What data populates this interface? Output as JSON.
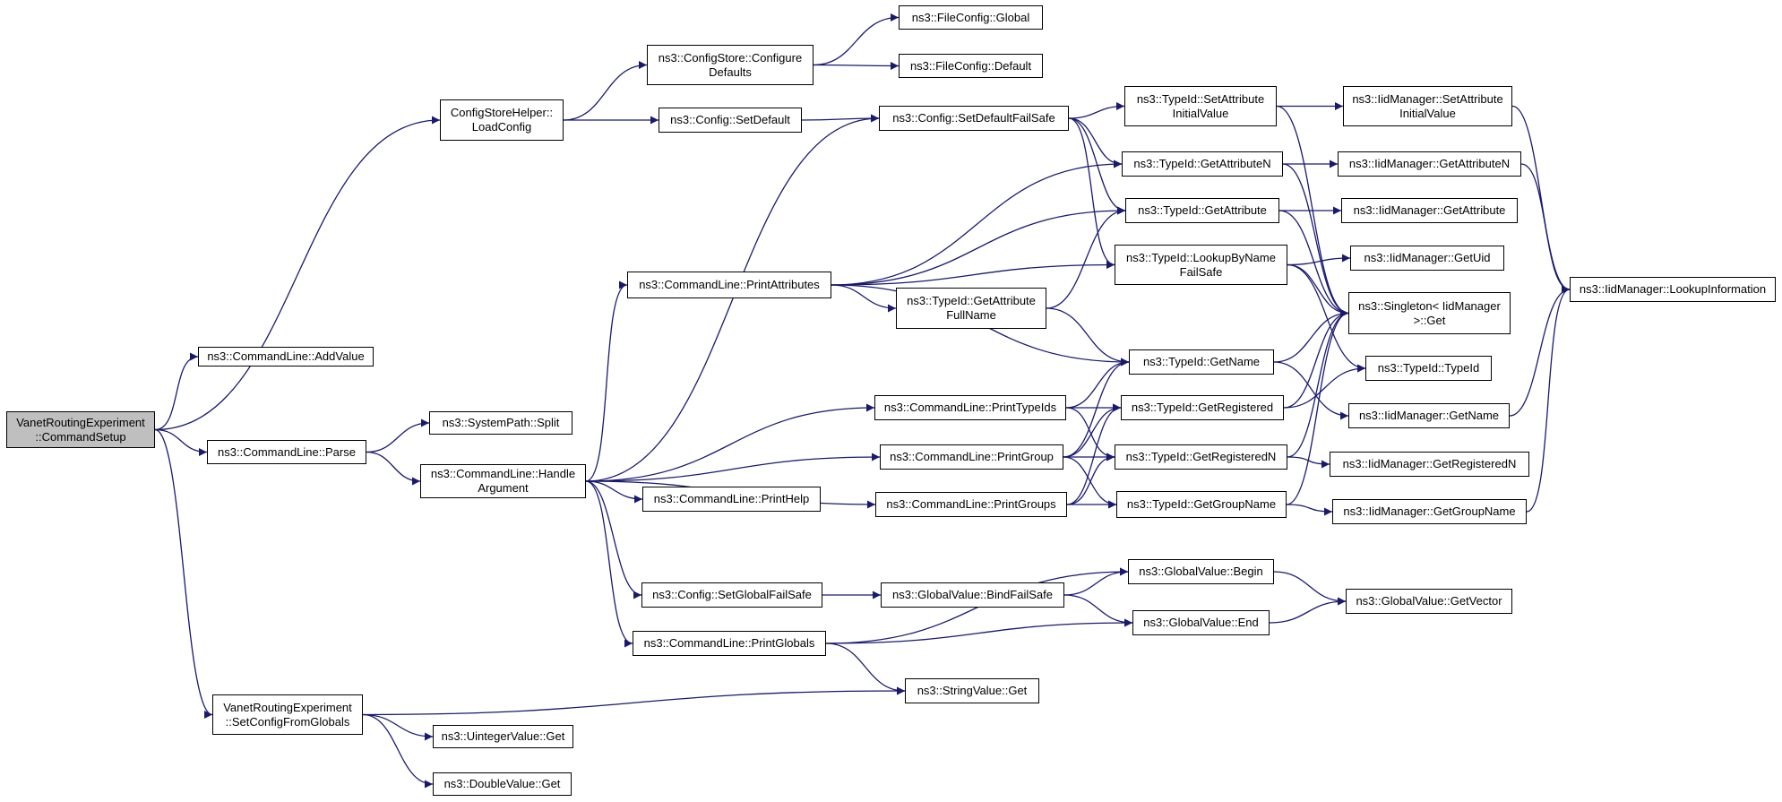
{
  "colors": {
    "edge": "#191970",
    "root_fill": "#bfbfbf",
    "node_fill": "#ffffff",
    "border": "#000000"
  },
  "nodes": {
    "root": {
      "line1": "VanetRoutingExperiment",
      "line2": "::CommandSetup"
    },
    "cmd_addvalue": {
      "line1": "ns3::CommandLine::AddValue"
    },
    "cmd_parse": {
      "line1": "ns3::CommandLine::Parse"
    },
    "csh_loadconfig": {
      "line1": "ConfigStoreHelper::",
      "line2": "LoadConfig"
    },
    "vre_setconfig": {
      "line1": "VanetRoutingExperiment",
      "line2": "::SetConfigFromGlobals"
    },
    "cs_configure": {
      "line1": "ns3::ConfigStore::Configure",
      "line2": "Defaults"
    },
    "config_setdefault": {
      "line1": "ns3::Config::SetDefault"
    },
    "fc_global": {
      "line1": "ns3::FileConfig::Global"
    },
    "fc_default": {
      "line1": "ns3::FileConfig::Default"
    },
    "config_setdefaultfs": {
      "line1": "ns3::Config::SetDefaultFailSafe"
    },
    "sp_split": {
      "line1": "ns3::SystemPath::Split"
    },
    "cmd_handle": {
      "line1": "ns3::CommandLine::Handle",
      "line2": "Argument"
    },
    "cmd_printattr": {
      "line1": "ns3::CommandLine::PrintAttributes"
    },
    "cmd_printtypeids": {
      "line1": "ns3::CommandLine::PrintTypeIds"
    },
    "cmd_printgroup": {
      "line1": "ns3::CommandLine::PrintGroup"
    },
    "cmd_printhelp": {
      "line1": "ns3::CommandLine::PrintHelp"
    },
    "cmd_printgroups": {
      "line1": "ns3::CommandLine::PrintGroups"
    },
    "config_setglobalfs": {
      "line1": "ns3::Config::SetGlobalFailSafe"
    },
    "cmd_printglobals": {
      "line1": "ns3::CommandLine::PrintGlobals"
    },
    "tid_setattrinit": {
      "line1": "ns3::TypeId::SetAttribute",
      "line2": "InitialValue"
    },
    "tid_getattrn": {
      "line1": "ns3::TypeId::GetAttributeN"
    },
    "tid_getattr": {
      "line1": "ns3::TypeId::GetAttribute"
    },
    "tid_lookupbyname": {
      "line1": "ns3::TypeId::LookupByName",
      "line2": "FailSafe"
    },
    "tid_getattrfullname": {
      "line1": "ns3::TypeId::GetAttribute",
      "line2": "FullName"
    },
    "tid_getname": {
      "line1": "ns3::TypeId::GetName"
    },
    "tid_getregistered": {
      "line1": "ns3::TypeId::GetRegistered"
    },
    "tid_getregisteredn": {
      "line1": "ns3::TypeId::GetRegisteredN"
    },
    "tid_getgroupname": {
      "line1": "ns3::TypeId::GetGroupName"
    },
    "tid_typeid": {
      "line1": "ns3::TypeId::TypeId"
    },
    "gv_begin": {
      "line1": "ns3::GlobalValue::Begin"
    },
    "gv_bindfs": {
      "line1": "ns3::GlobalValue::BindFailSafe"
    },
    "gv_end": {
      "line1": "ns3::GlobalValue::End"
    },
    "gv_getvector": {
      "line1": "ns3::GlobalValue::GetVector"
    },
    "sv_get": {
      "line1": "ns3::StringValue::Get"
    },
    "uv_get": {
      "line1": "ns3::UintegerValue::Get"
    },
    "dv_get": {
      "line1": "ns3::DoubleValue::Get"
    },
    "iid_setattrinit": {
      "line1": "ns3::IidManager::SetAttribute",
      "line2": "InitialValue"
    },
    "iid_getattrn": {
      "line1": "ns3::IidManager::GetAttributeN"
    },
    "iid_getattr": {
      "line1": "ns3::IidManager::GetAttribute"
    },
    "iid_getuid": {
      "line1": "ns3::IidManager::GetUid"
    },
    "singleton_get": {
      "line1": "ns3::Singleton< IidManager",
      "line2": " >::Get"
    },
    "iid_getname": {
      "line1": "ns3::IidManager::GetName"
    },
    "iid_getregisteredn": {
      "line1": "ns3::IidManager::GetRegisteredN"
    },
    "iid_getgroupname": {
      "line1": "ns3::IidManager::GetGroupName"
    },
    "iid_lookupinfo": {
      "line1": "ns3::IidManager::LookupInformation"
    }
  },
  "edges": [
    [
      "root",
      "cmd_addvalue"
    ],
    [
      "root",
      "cmd_parse"
    ],
    [
      "root",
      "csh_loadconfig"
    ],
    [
      "root",
      "vre_setconfig"
    ],
    [
      "csh_loadconfig",
      "cs_configure"
    ],
    [
      "csh_loadconfig",
      "config_setdefault"
    ],
    [
      "cs_configure",
      "fc_global"
    ],
    [
      "cs_configure",
      "fc_default"
    ],
    [
      "config_setdefault",
      "config_setdefaultfs"
    ],
    [
      "cmd_parse",
      "sp_split"
    ],
    [
      "cmd_parse",
      "cmd_handle"
    ],
    [
      "cmd_handle",
      "config_setdefaultfs"
    ],
    [
      "cmd_handle",
      "cmd_printattr"
    ],
    [
      "cmd_handle",
      "cmd_printtypeids"
    ],
    [
      "cmd_handle",
      "cmd_printgroup"
    ],
    [
      "cmd_handle",
      "cmd_printhelp"
    ],
    [
      "cmd_handle",
      "cmd_printgroups"
    ],
    [
      "cmd_handle",
      "config_setglobalfs"
    ],
    [
      "cmd_handle",
      "cmd_printglobals"
    ],
    [
      "config_setdefaultfs",
      "tid_setattrinit"
    ],
    [
      "config_setdefaultfs",
      "tid_getattrn"
    ],
    [
      "config_setdefaultfs",
      "tid_getattr"
    ],
    [
      "config_setdefaultfs",
      "tid_lookupbyname"
    ],
    [
      "cmd_printattr",
      "tid_getattrn"
    ],
    [
      "cmd_printattr",
      "tid_getattr"
    ],
    [
      "cmd_printattr",
      "tid_lookupbyname"
    ],
    [
      "cmd_printattr",
      "tid_getattrfullname"
    ],
    [
      "cmd_printattr",
      "tid_getname"
    ],
    [
      "tid_getattrfullname",
      "tid_getattr"
    ],
    [
      "tid_getattrfullname",
      "tid_getname"
    ],
    [
      "cmd_printtypeids",
      "tid_getname"
    ],
    [
      "cmd_printtypeids",
      "tid_getregistered"
    ],
    [
      "cmd_printtypeids",
      "tid_getregisteredn"
    ],
    [
      "cmd_printgroup",
      "tid_getname"
    ],
    [
      "cmd_printgroup",
      "tid_getregistered"
    ],
    [
      "cmd_printgroup",
      "tid_getregisteredn"
    ],
    [
      "cmd_printgroup",
      "tid_getgroupname"
    ],
    [
      "cmd_printgroups",
      "tid_getregistered"
    ],
    [
      "cmd_printgroups",
      "tid_getregisteredn"
    ],
    [
      "cmd_printgroups",
      "tid_getgroupname"
    ],
    [
      "config_setglobalfs",
      "gv_bindfs"
    ],
    [
      "cmd_printglobals",
      "gv_begin"
    ],
    [
      "cmd_printglobals",
      "gv_end"
    ],
    [
      "cmd_printglobals",
      "sv_get"
    ],
    [
      "gv_bindfs",
      "gv_begin"
    ],
    [
      "gv_bindfs",
      "gv_end"
    ],
    [
      "gv_begin",
      "gv_getvector"
    ],
    [
      "gv_end",
      "gv_getvector"
    ],
    [
      "vre_setconfig",
      "sv_get"
    ],
    [
      "vre_setconfig",
      "uv_get"
    ],
    [
      "vre_setconfig",
      "dv_get"
    ],
    [
      "tid_setattrinit",
      "iid_setattrinit"
    ],
    [
      "tid_setattrinit",
      "singleton_get"
    ],
    [
      "tid_getattrn",
      "iid_getattrn"
    ],
    [
      "tid_getattrn",
      "singleton_get"
    ],
    [
      "tid_getattr",
      "iid_getattr"
    ],
    [
      "tid_getattr",
      "singleton_get"
    ],
    [
      "tid_lookupbyname",
      "iid_getuid"
    ],
    [
      "tid_lookupbyname",
      "singleton_get"
    ],
    [
      "tid_lookupbyname",
      "tid_typeid"
    ],
    [
      "tid_getname",
      "iid_getname"
    ],
    [
      "tid_getname",
      "singleton_get"
    ],
    [
      "tid_getregistered",
      "tid_typeid"
    ],
    [
      "tid_getregistered",
      "singleton_get"
    ],
    [
      "tid_getregisteredn",
      "iid_getregisteredn"
    ],
    [
      "tid_getregisteredn",
      "singleton_get"
    ],
    [
      "tid_getgroupname",
      "iid_getgroupname"
    ],
    [
      "tid_getgroupname",
      "singleton_get"
    ],
    [
      "iid_setattrinit",
      "iid_lookupinfo"
    ],
    [
      "iid_getattrn",
      "iid_lookupinfo"
    ],
    [
      "iid_getname",
      "iid_lookupinfo"
    ],
    [
      "iid_getgroupname",
      "iid_lookupinfo"
    ]
  ]
}
